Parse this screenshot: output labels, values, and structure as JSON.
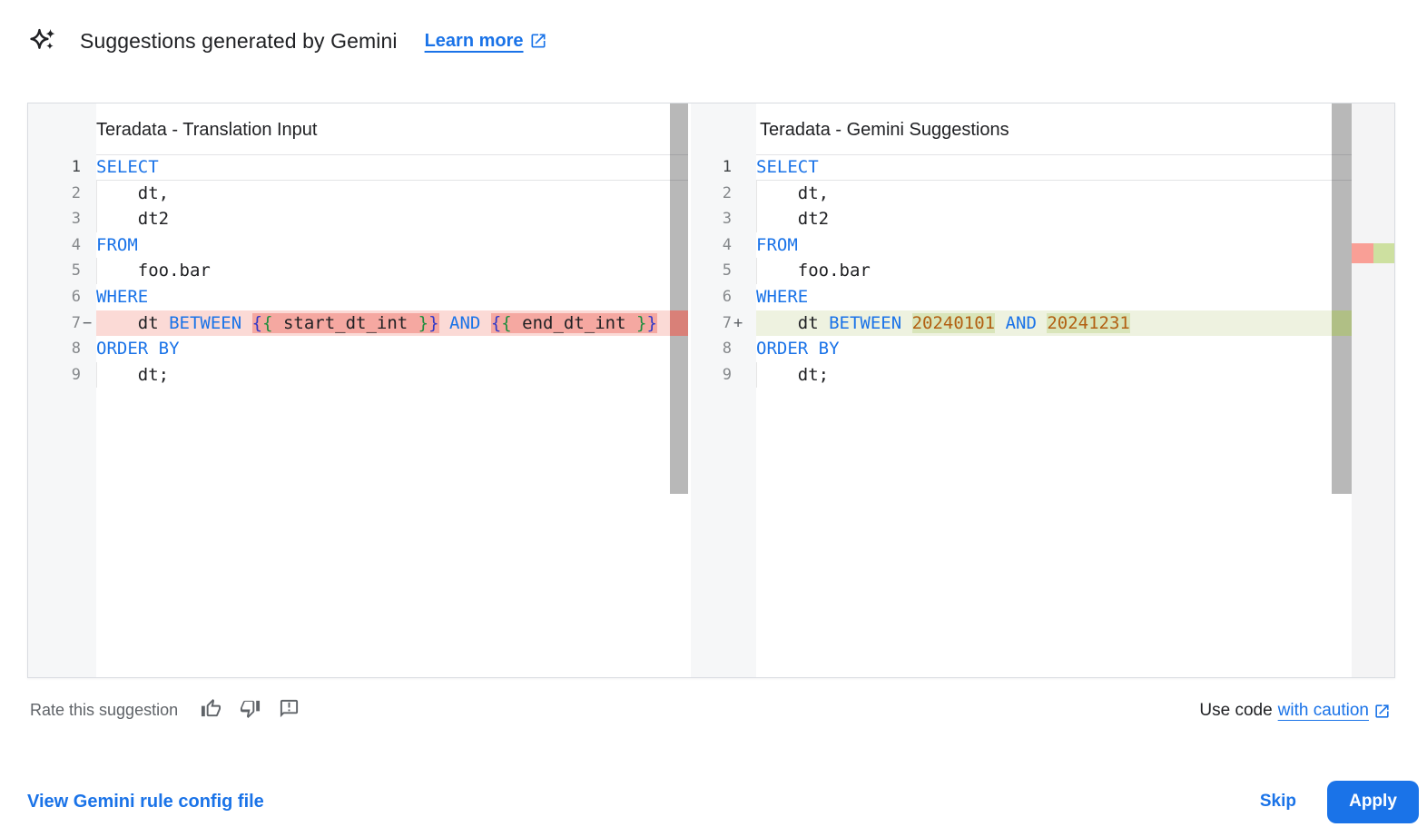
{
  "header": {
    "title": "Suggestions generated by Gemini",
    "learn_more_label": "Learn more"
  },
  "panels": {
    "left": {
      "title": "Teradata - Translation Input",
      "lines": [
        {
          "num": "1",
          "sign": "",
          "mode": "current",
          "tokens": [
            {
              "t": "SELECT",
              "c": "kw"
            }
          ]
        },
        {
          "num": "2",
          "sign": "",
          "indent": true,
          "tokens": [
            {
              "t": "    dt,",
              "c": "pl"
            }
          ]
        },
        {
          "num": "3",
          "sign": "",
          "indent": true,
          "tokens": [
            {
              "t": "    dt2",
              "c": "pl"
            }
          ]
        },
        {
          "num": "4",
          "sign": "",
          "tokens": [
            {
              "t": "FROM",
              "c": "kw"
            }
          ]
        },
        {
          "num": "5",
          "sign": "",
          "indent": true,
          "tokens": [
            {
              "t": "    foo.bar",
              "c": "pl"
            }
          ]
        },
        {
          "num": "6",
          "sign": "",
          "tokens": [
            {
              "t": "WHERE",
              "c": "kw"
            }
          ]
        },
        {
          "num": "7",
          "sign": "−",
          "mode": "removed",
          "tokens": [
            {
              "t": "    dt ",
              "c": "pl"
            },
            {
              "t": "BETWEEN",
              "c": "kw"
            },
            {
              "t": " ",
              "c": "pl"
            },
            {
              "t": "{",
              "c": "b1",
              "hl": true
            },
            {
              "t": "{",
              "c": "b2",
              "hl": true
            },
            {
              "t": " start_dt_int ",
              "c": "pl",
              "hl": true
            },
            {
              "t": "}",
              "c": "b2",
              "hl": true
            },
            {
              "t": "}",
              "c": "b1",
              "hl": true
            },
            {
              "t": " ",
              "c": "pl"
            },
            {
              "t": "AND",
              "c": "kw"
            },
            {
              "t": " ",
              "c": "pl"
            },
            {
              "t": "{",
              "c": "b1",
              "hl": true
            },
            {
              "t": "{",
              "c": "b2",
              "hl": true
            },
            {
              "t": " end_dt_int ",
              "c": "pl",
              "hl": true
            },
            {
              "t": "}",
              "c": "b2",
              "hl": true
            },
            {
              "t": "}",
              "c": "b1",
              "hl": true
            }
          ]
        },
        {
          "num": "8",
          "sign": "",
          "tokens": [
            {
              "t": "ORDER BY",
              "c": "kw"
            }
          ]
        },
        {
          "num": "9",
          "sign": "",
          "indent": true,
          "tokens": [
            {
              "t": "    dt;",
              "c": "pl"
            }
          ]
        }
      ]
    },
    "right": {
      "title": "Teradata - Gemini Suggestions",
      "lines": [
        {
          "num": "1",
          "sign": "",
          "mode": "current",
          "tokens": [
            {
              "t": "SELECT",
              "c": "kw"
            }
          ]
        },
        {
          "num": "2",
          "sign": "",
          "indent": true,
          "tokens": [
            {
              "t": "    dt,",
              "c": "pl"
            }
          ]
        },
        {
          "num": "3",
          "sign": "",
          "indent": true,
          "tokens": [
            {
              "t": "    dt2",
              "c": "pl"
            }
          ]
        },
        {
          "num": "4",
          "sign": "",
          "tokens": [
            {
              "t": "FROM",
              "c": "kw"
            }
          ]
        },
        {
          "num": "5",
          "sign": "",
          "indent": true,
          "tokens": [
            {
              "t": "    foo.bar",
              "c": "pl"
            }
          ]
        },
        {
          "num": "6",
          "sign": "",
          "tokens": [
            {
              "t": "WHERE",
              "c": "kw"
            }
          ]
        },
        {
          "num": "7",
          "sign": "+",
          "mode": "added",
          "tokens": [
            {
              "t": "    dt ",
              "c": "pl"
            },
            {
              "t": "BETWEEN",
              "c": "kw"
            },
            {
              "t": " ",
              "c": "pl"
            },
            {
              "t": "20240101",
              "c": "num",
              "hl": true
            },
            {
              "t": " ",
              "c": "pl"
            },
            {
              "t": "AND",
              "c": "kw"
            },
            {
              "t": " ",
              "c": "pl"
            },
            {
              "t": "20241231",
              "c": "num",
              "hl": true
            }
          ]
        },
        {
          "num": "8",
          "sign": "",
          "tokens": [
            {
              "t": "ORDER BY",
              "c": "kw"
            }
          ]
        },
        {
          "num": "9",
          "sign": "",
          "indent": true,
          "tokens": [
            {
              "t": "    dt;",
              "c": "pl"
            }
          ]
        }
      ]
    }
  },
  "footer": {
    "rate_label": "Rate this suggestion",
    "use_code_prefix": "Use code",
    "use_code_link_label": "with caution"
  },
  "actions": {
    "view_config_label": "View Gemini rule config file",
    "skip_label": "Skip",
    "apply_label": "Apply"
  },
  "colors": {
    "accent_blue": "#1a73e8",
    "keyword": "#1a73e8",
    "number": "#b26012",
    "bracket_outer": "#3038c8",
    "bracket_inner": "#1e8e3e",
    "removed_line_bg": "#fbdad6",
    "removed_word_bg": "#f5a8a1",
    "added_line_bg": "#eef2e0",
    "added_word_bg": "#d9e5ba",
    "gutter_bg": "#f6f7f8",
    "icon_gray": "#5f6368"
  }
}
